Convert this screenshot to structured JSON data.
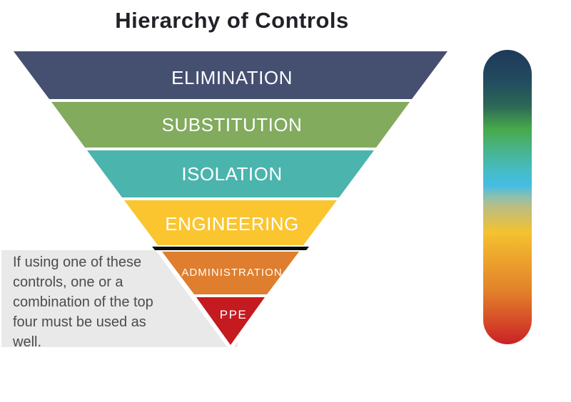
{
  "title": "Hierarchy of Controls",
  "pyramid": {
    "label_color": "#ffffff",
    "border_color": "#ffffff",
    "divider_color": "#0b0b0b",
    "levels": [
      {
        "label": "ELIMINATION",
        "color": "#454f70"
      },
      {
        "label": "SUBSTITUTION",
        "color": "#82ab5e"
      },
      {
        "label": "ISOLATION",
        "color": "#4ab4ad"
      },
      {
        "label": "ENGINEERING",
        "color": "#fac52f"
      },
      {
        "label": "ADMINISTRATION",
        "color": "#de7e2e"
      },
      {
        "label": "PPE",
        "color": "#c41a20"
      }
    ]
  },
  "note": {
    "background": "#e9e9ea",
    "text_color": "#4c4c4e",
    "lines": [
      "If using one of these",
      "controls, one or a",
      "combination of the top",
      "four must be used as",
      "well."
    ]
  },
  "gradient_bar": {
    "stops": [
      {
        "pct": 0,
        "color": "#20395a"
      },
      {
        "pct": 10,
        "color": "#214a5f"
      },
      {
        "pct": 19,
        "color": "#2c6757"
      },
      {
        "pct": 27,
        "color": "#47aa4b"
      },
      {
        "pct": 34,
        "color": "#48b48b"
      },
      {
        "pct": 41,
        "color": "#46bcc4"
      },
      {
        "pct": 46,
        "color": "#44bde4"
      },
      {
        "pct": 50,
        "color": "#8fc0ab"
      },
      {
        "pct": 53,
        "color": "#b8bd86"
      },
      {
        "pct": 62,
        "color": "#f4c22f"
      },
      {
        "pct": 71,
        "color": "#eda42d"
      },
      {
        "pct": 82,
        "color": "#e2812a"
      },
      {
        "pct": 93,
        "color": "#d54727"
      },
      {
        "pct": 100,
        "color": "#c92125"
      }
    ]
  }
}
